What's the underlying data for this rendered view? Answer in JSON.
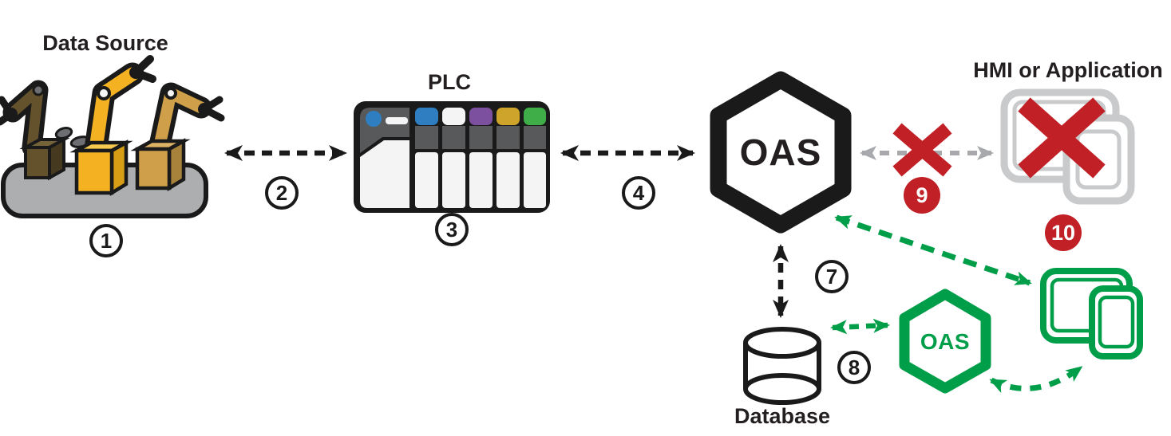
{
  "nodes": {
    "data_source": {
      "label": "Data Source",
      "badge": "1",
      "icon": "robot-arms-icon"
    },
    "plc": {
      "label": "PLC",
      "badge": "3",
      "icon": "plc-rack-icon"
    },
    "oas_primary": {
      "label": "OAS",
      "icon": "black-hexagon-icon"
    },
    "hmi": {
      "label": "HMI or Application",
      "badge": "10",
      "icon": "gray-screens-icon",
      "status": "blocked"
    },
    "database": {
      "label": "Database",
      "icon": "database-cylinder-icon"
    },
    "oas_secondary": {
      "label": "OAS",
      "icon": "green-hexagon-icon"
    },
    "client_screens": {
      "icon": "green-screens-icon",
      "status": "connected"
    }
  },
  "badges": {
    "n1": "1",
    "n2": "2",
    "n3": "3",
    "n4": "4",
    "n7": "7",
    "n8": "8",
    "n9": "9",
    "n10": "10"
  },
  "connections": [
    {
      "badge": "2",
      "from": "data_source",
      "to": "plc",
      "style": "black-dashed",
      "bidirectional": true
    },
    {
      "badge": "4",
      "from": "plc",
      "to": "oas_primary",
      "style": "black-dashed",
      "bidirectional": true
    },
    {
      "badge": "7",
      "from": "oas_primary",
      "to": "database",
      "style": "black-dashed",
      "bidirectional": true
    },
    {
      "badge": "8",
      "from": "database",
      "to": "oas_secondary",
      "style": "green-dashed",
      "bidirectional": true
    },
    {
      "badge": "9",
      "from": "oas_primary",
      "to": "hmi",
      "style": "gray-dashed",
      "blocked": true,
      "bidirectional": true
    },
    {
      "from": "oas_primary",
      "to": "client_screens",
      "style": "green-dashed",
      "bidirectional": true
    },
    {
      "from": "oas_secondary",
      "to": "client_screens",
      "style": "green-dashed-curved",
      "bidirectional": true
    }
  ],
  "colors": {
    "green": "#009E49",
    "red": "#C02026",
    "gray_arrow": "#A7A9AC",
    "gray_screens": "#C9CACB",
    "ink": "#231F20",
    "platform_gray": "#ACAEB0",
    "robot_brown": "#63522C",
    "robot_yellow": "#F4B223",
    "robot_tan": "#CFA049",
    "plc_gray": "#58595B",
    "plc_blue": "#2E7EC1",
    "plc_white": "#F4F4F5",
    "plc_purple": "#7C509F",
    "plc_gold": "#CFA42B",
    "plc_green": "#3FAE49"
  }
}
